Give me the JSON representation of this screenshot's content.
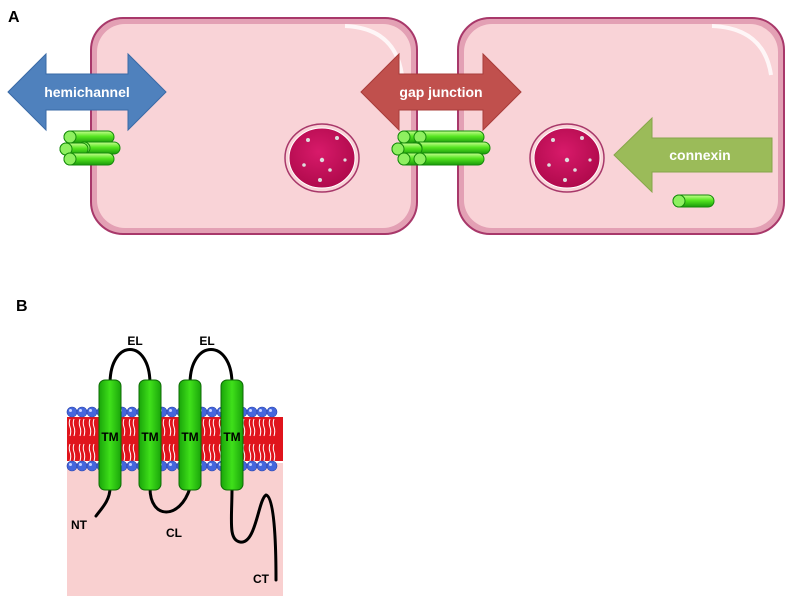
{
  "panels": {
    "a": "A",
    "b": "B"
  },
  "arrows": {
    "hemichannel": "hemichannel",
    "gap_junction": "gap junction",
    "connexin": "connexin"
  },
  "topology": {
    "el_left": "EL",
    "el_right": "EL",
    "nt": "NT",
    "cl": "CL",
    "ct": "CT",
    "tm": [
      "TM",
      "TM",
      "TM",
      "TM"
    ]
  },
  "colors": {
    "cell_fill": "#f9d3d7",
    "cell_border": "#c0507c",
    "nucleus": "#c8105c",
    "hemichannel_arrow": "#4f81bd",
    "gap_junction_arrow": "#c0504d",
    "connexin_arrow": "#9bbb59",
    "connexin_green": "#33dd11",
    "bilayer_red": "#e0141c",
    "lipid_head": "#4466dd",
    "cytoplasm": "#f9d0d0"
  }
}
